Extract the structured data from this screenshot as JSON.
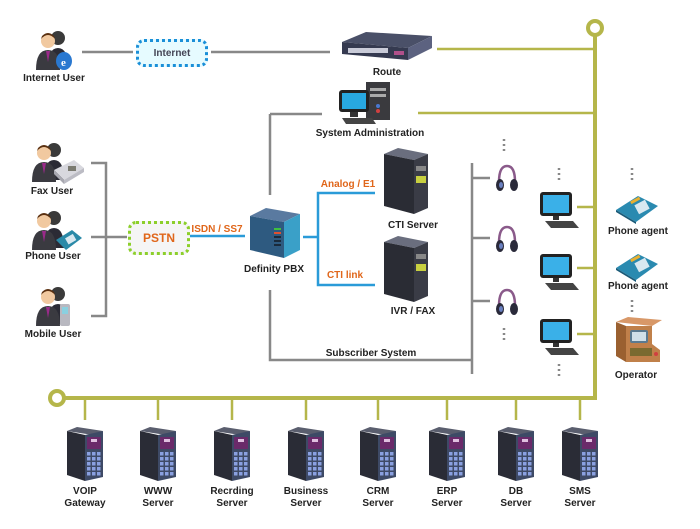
{
  "diagram": {
    "title": "Call center network topology",
    "colors": {
      "backbone": "#b5b64a",
      "gray_line": "#888888",
      "blue_link": "#2a9bd8",
      "orange_label": "#e0661a",
      "internet_border": "#1a8fd8",
      "pstn_border": "#8ccf2a"
    },
    "nodes": {
      "internet_user": "Internet User",
      "internet": "Internet",
      "route": "Route",
      "system_admin": "System Administration",
      "fax_user": "Fax User",
      "phone_user": "Phone User",
      "mobile_user": "Mobile User",
      "pstn": "PSTN",
      "definity_pbx": "Definity PBX",
      "cti_server": "CTI Server",
      "ivr_fax": "IVR / FAX",
      "subscriber_system": "Subscriber System",
      "phone_agent_1": "Phone agent",
      "phone_agent_2": "Phone agent",
      "operator": "Operator"
    },
    "links": {
      "isdn_ss7": "ISDN / SS7",
      "analog_e1": "Analog / E1",
      "cti_link": "CTI link"
    },
    "servers": [
      {
        "line1": "VOIP",
        "line2": "Gateway"
      },
      {
        "line1": "WWW",
        "line2": "Server"
      },
      {
        "line1": "Recrding",
        "line2": "Server"
      },
      {
        "line1": "Business",
        "line2": "Server"
      },
      {
        "line1": "CRM",
        "line2": "Server"
      },
      {
        "line1": "ERP",
        "line2": "Server"
      },
      {
        "line1": "DB",
        "line2": "Server"
      },
      {
        "line1": "SMS",
        "line2": "Server"
      }
    ],
    "agent_icons": {
      "headsets": 3,
      "workstations": 3
    }
  }
}
